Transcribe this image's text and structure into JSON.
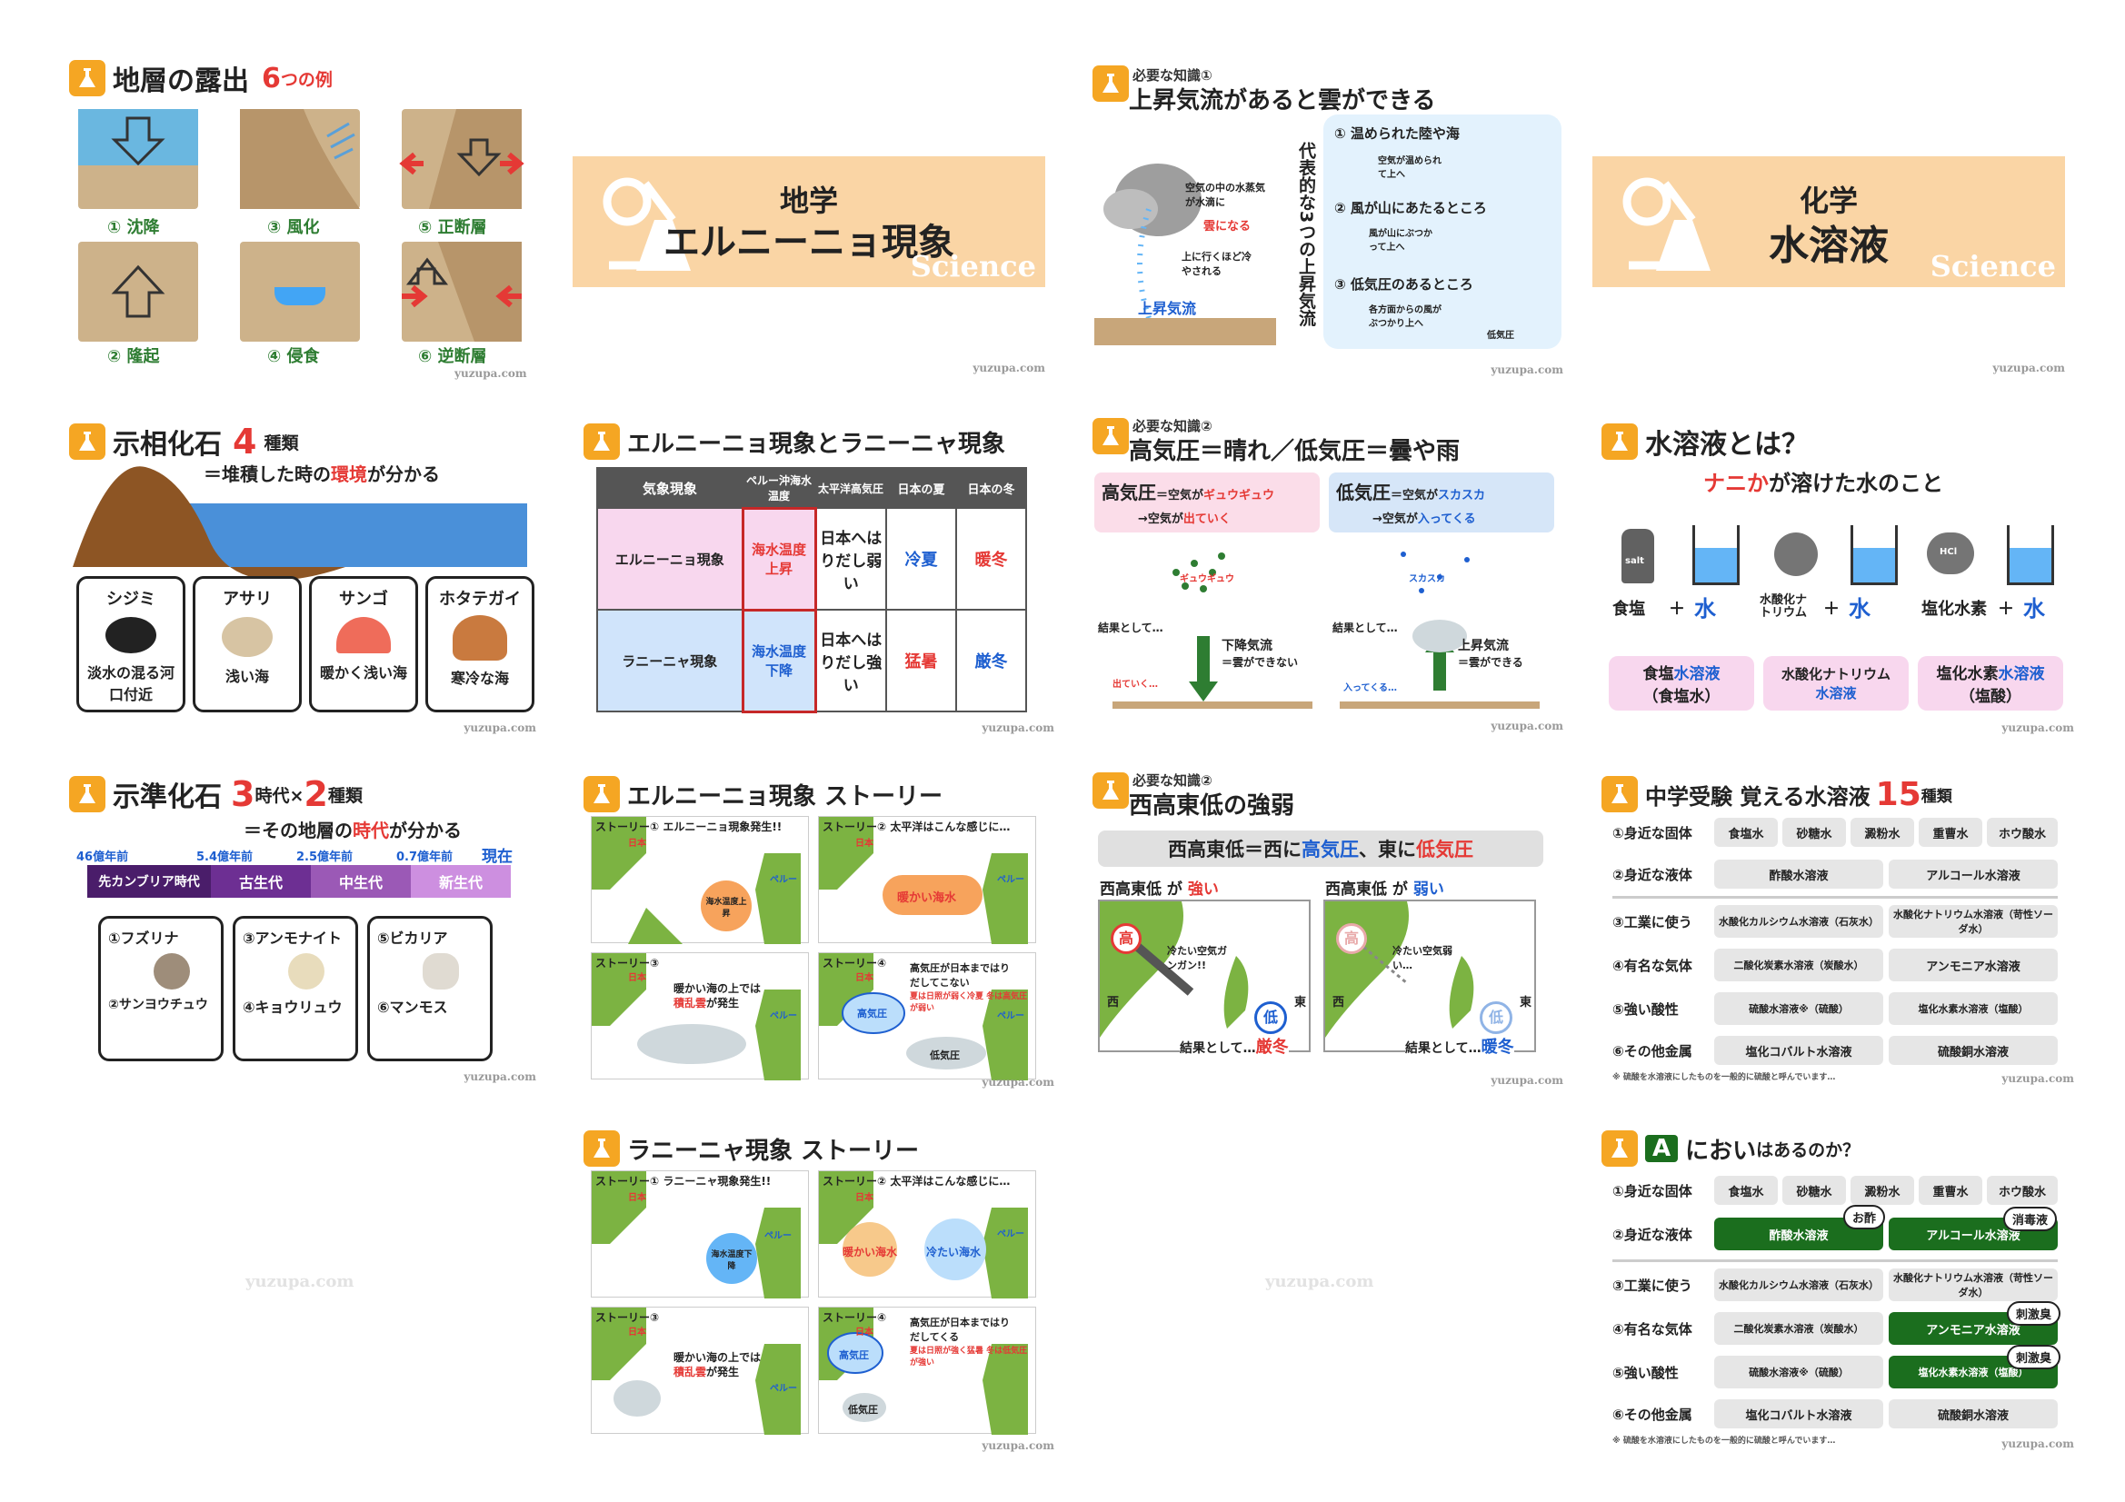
{
  "credit": "yuzupa.com",
  "cover_word": "Science",
  "slide1": {
    "title_main": "地層の露出",
    "title_num": "6",
    "title_suffix": "つの例",
    "labels": [
      "① 沈降",
      "② 隆起",
      "③ 風化",
      "④ 侵食",
      "⑤ 正断層",
      "⑥ 逆断層"
    ]
  },
  "slide2": {
    "line1": "地学",
    "line2": "エルニーニョ現象"
  },
  "slide3": {
    "kicker": "必要な知識①",
    "title": "上昇気流があると雲ができる",
    "cloud_note": "空気の中の水蒸気が水滴に",
    "cloud_note_red": "雲になる",
    "cool_note": "上に行くほど冷やされる",
    "updraft": "上昇気流",
    "vertical": "代表的な3つの上昇気流",
    "items": [
      "① 温められた陸や海",
      "② 風が山にあたるところ",
      "③ 低気圧のあるところ"
    ],
    "item_notes": [
      "空気が温められて上へ",
      "風が山にぶつかって上へ",
      "各方面からの風がぶつかり上へ"
    ],
    "lowp": "低気圧"
  },
  "slide4": {
    "line1": "化学",
    "line2": "水溶液"
  },
  "slide5": {
    "title_main": "示相化石",
    "title_num": "4",
    "title_suffix": "種類",
    "subtitle_pre": "＝堆積した時の",
    "subtitle_red": "環境",
    "subtitle_post": "が分かる",
    "fossils": [
      {
        "name": "シジミ",
        "place": "淡水の混る河口付近"
      },
      {
        "name": "アサリ",
        "place": "浅い海"
      },
      {
        "name": "サンゴ",
        "place": "暖かく浅い海"
      },
      {
        "name": "ホタテガイ",
        "place": "寒冷な海"
      }
    ]
  },
  "slide6": {
    "title": "エルニーニョ現象とラニーニャ現象",
    "headers": [
      "気象現象",
      "ペルー沖海水温度",
      "太平洋高気圧",
      "日本の夏",
      "日本の冬"
    ],
    "rows": [
      [
        "エルニーニョ現象",
        "海水温度上昇",
        "日本へはりだし弱い",
        "冷夏",
        "暖冬"
      ],
      [
        "ラニーニャ現象",
        "海水温度下降",
        "日本へはりだし強い",
        "猛暑",
        "厳冬"
      ]
    ]
  },
  "slide7": {
    "kicker": "必要な知識②",
    "title": "高気圧＝晴れ／低気圧＝曇や雨",
    "high_h": "高気圧",
    "high_eq": "＝空気が",
    "high_red": "ギュウギュウ",
    "high_line2_pre": "→空気が",
    "high_line2_red": "出ていく",
    "low_h": "低気圧",
    "low_eq": "＝空気が",
    "low_blue": "スカスカ",
    "low_line2_pre": "→空気が",
    "low_line2_blue": "入ってくる",
    "gyu": "ギュウギュウ",
    "suka": "スカスカ",
    "result": "結果として…",
    "down": "下降気流",
    "down_note": "＝雲ができない",
    "up": "上昇気流",
    "up_note": "＝雲ができる",
    "out": "出ていく…",
    "in": "入ってくる…"
  },
  "slide8": {
    "title": "水溶液とは？",
    "sub_red": "ナニか",
    "sub_post": "が溶けた水のこと",
    "solutes": [
      "食塩",
      "水酸化ナトリウム",
      "塩化水素"
    ],
    "plus": "＋",
    "water": "水",
    "salt_tag": "salt",
    "hcl_tag": "HCl",
    "results": [
      {
        "a": "食塩",
        "b": "水溶液",
        "c": "（食塩水）"
      },
      {
        "a": "水酸化ナトリウム",
        "b": "水溶液",
        "c": ""
      },
      {
        "a": "塩化水素",
        "b": "水溶液",
        "c": "（塩酸）"
      }
    ]
  },
  "slide9": {
    "title_main": "示準化石",
    "title_num3": "3",
    "title_mid": "時代×",
    "title_num2": "2",
    "title_suffix": "種類",
    "subtitle_pre": "＝その地層の",
    "subtitle_red": "時代",
    "subtitle_post": "が分かる",
    "ages": [
      "46億年前",
      "5.4億年前",
      "2.5億年前",
      "0.7億年前",
      "現在"
    ],
    "eras": [
      "先カンブリア時代",
      "古生代",
      "中生代",
      "新生代"
    ],
    "fossils": [
      "①フズリナ",
      "②サンヨウチュウ",
      "③アンモナイト",
      "④キョウリュウ",
      "⑤ビカリア",
      "⑥マンモス"
    ]
  },
  "slide10": {
    "title": "エルニーニョ現象 ストーリー",
    "stories": [
      "ストーリー① エルニーニョ現象発生!!",
      "ストーリー② 太平洋はこんな感じに…",
      "ストーリー③",
      "ストーリー④"
    ],
    "japan": "日本",
    "peru": "ペルー",
    "warm_up": "海水温度上昇",
    "warm_sea": "暖かい海水",
    "cb_pre": "暖かい海の上では",
    "cb_red": "積乱雲",
    "cb_post": "が発生",
    "hp": "高気圧",
    "lp": "低気圧",
    "hp_note": "高気圧が日本まではりだしてこない",
    "jp_note": "夏は日照が弱く冷夏 冬は高気圧が弱い"
  },
  "slide11": {
    "kicker": "必要な知識②",
    "title": "西高東低の強弱",
    "banner_pre": "西高東低＝西に",
    "banner_hp": "高気圧",
    "banner_mid": "、東に",
    "banner_lp": "低気圧",
    "strong_pre": "西高東低 が ",
    "strong": "強い",
    "weak_pre": "西高東低 が ",
    "weak": "弱い",
    "hi": "高",
    "lo": "低",
    "west": "西",
    "east": "東",
    "cold_strong": "冷たい空気ガンガン!!",
    "cold_weak": "冷たい空気弱い…",
    "result_pre": "結果として…",
    "severe": "厳冬",
    "mild": "暖冬"
  },
  "slide12": {
    "title_pre": "中学受験 覚える水溶液",
    "title_num": "15",
    "title_suffix": "種類",
    "rows": [
      "①身近な固体",
      "②身近な液体",
      "③工業に使う",
      "④有名な気体",
      "⑤強い酸性",
      "⑥その他金属"
    ],
    "solids": [
      "食塩水",
      "砂糖水",
      "澱粉水",
      "重曹水",
      "ホウ酸水"
    ],
    "liquids": [
      "酢酸水溶液",
      "アルコール水溶液"
    ],
    "industrial": [
      "水酸化カルシウム水溶液（石灰水）",
      "水酸化ナトリウム水溶液（苛性ソーダ水）"
    ],
    "gases": [
      "二酸化炭素水溶液（炭酸水）",
      "アンモニア水溶液"
    ],
    "acids": [
      "硫酸水溶液※（硫酸）",
      "塩化水素水溶液（塩酸）"
    ],
    "metals": [
      "塩化コバルト水溶液",
      "硫酸銅水溶液"
    ],
    "note": "※ 硫酸を水溶液にしたものを一般的に硫酸と呼んでいます…"
  },
  "slide13": {
    "title": "ラニーニャ現象 ストーリー",
    "stories": [
      "ストーリー① ラニーニャ現象発生!!",
      "ストーリー② 太平洋はこんな感じに…",
      "ストーリー③",
      "ストーリー④"
    ],
    "japan": "日本",
    "peru": "ペルー",
    "cool_down": "海水温度下降",
    "warm_sea": "暖かい海水",
    "cold_sea": "冷たい海水",
    "cb_pre": "暖かい海の上では",
    "cb_red": "積乱雲",
    "cb_post": "が発生",
    "hp": "高気圧",
    "lp": "低気圧",
    "hp_note": "高気圧が日本まではりだしてくる",
    "jp_note": "夏は日照が強く猛暑 冬は低気圧が強い"
  },
  "slide14": {
    "badge": "A",
    "title_mid": "におい",
    "title_post": "はあるのか？",
    "tag_vinegar": "お酢",
    "tag_disinfect": "消毒液",
    "tag_pungent": "刺激臭",
    "tag_pungent2": "刺激臭"
  },
  "colors": {
    "accent": "#f5a623",
    "red": "#e53935",
    "blue": "#1e5fd0",
    "green": "#2e7d32",
    "cover": "#fad5a5"
  }
}
